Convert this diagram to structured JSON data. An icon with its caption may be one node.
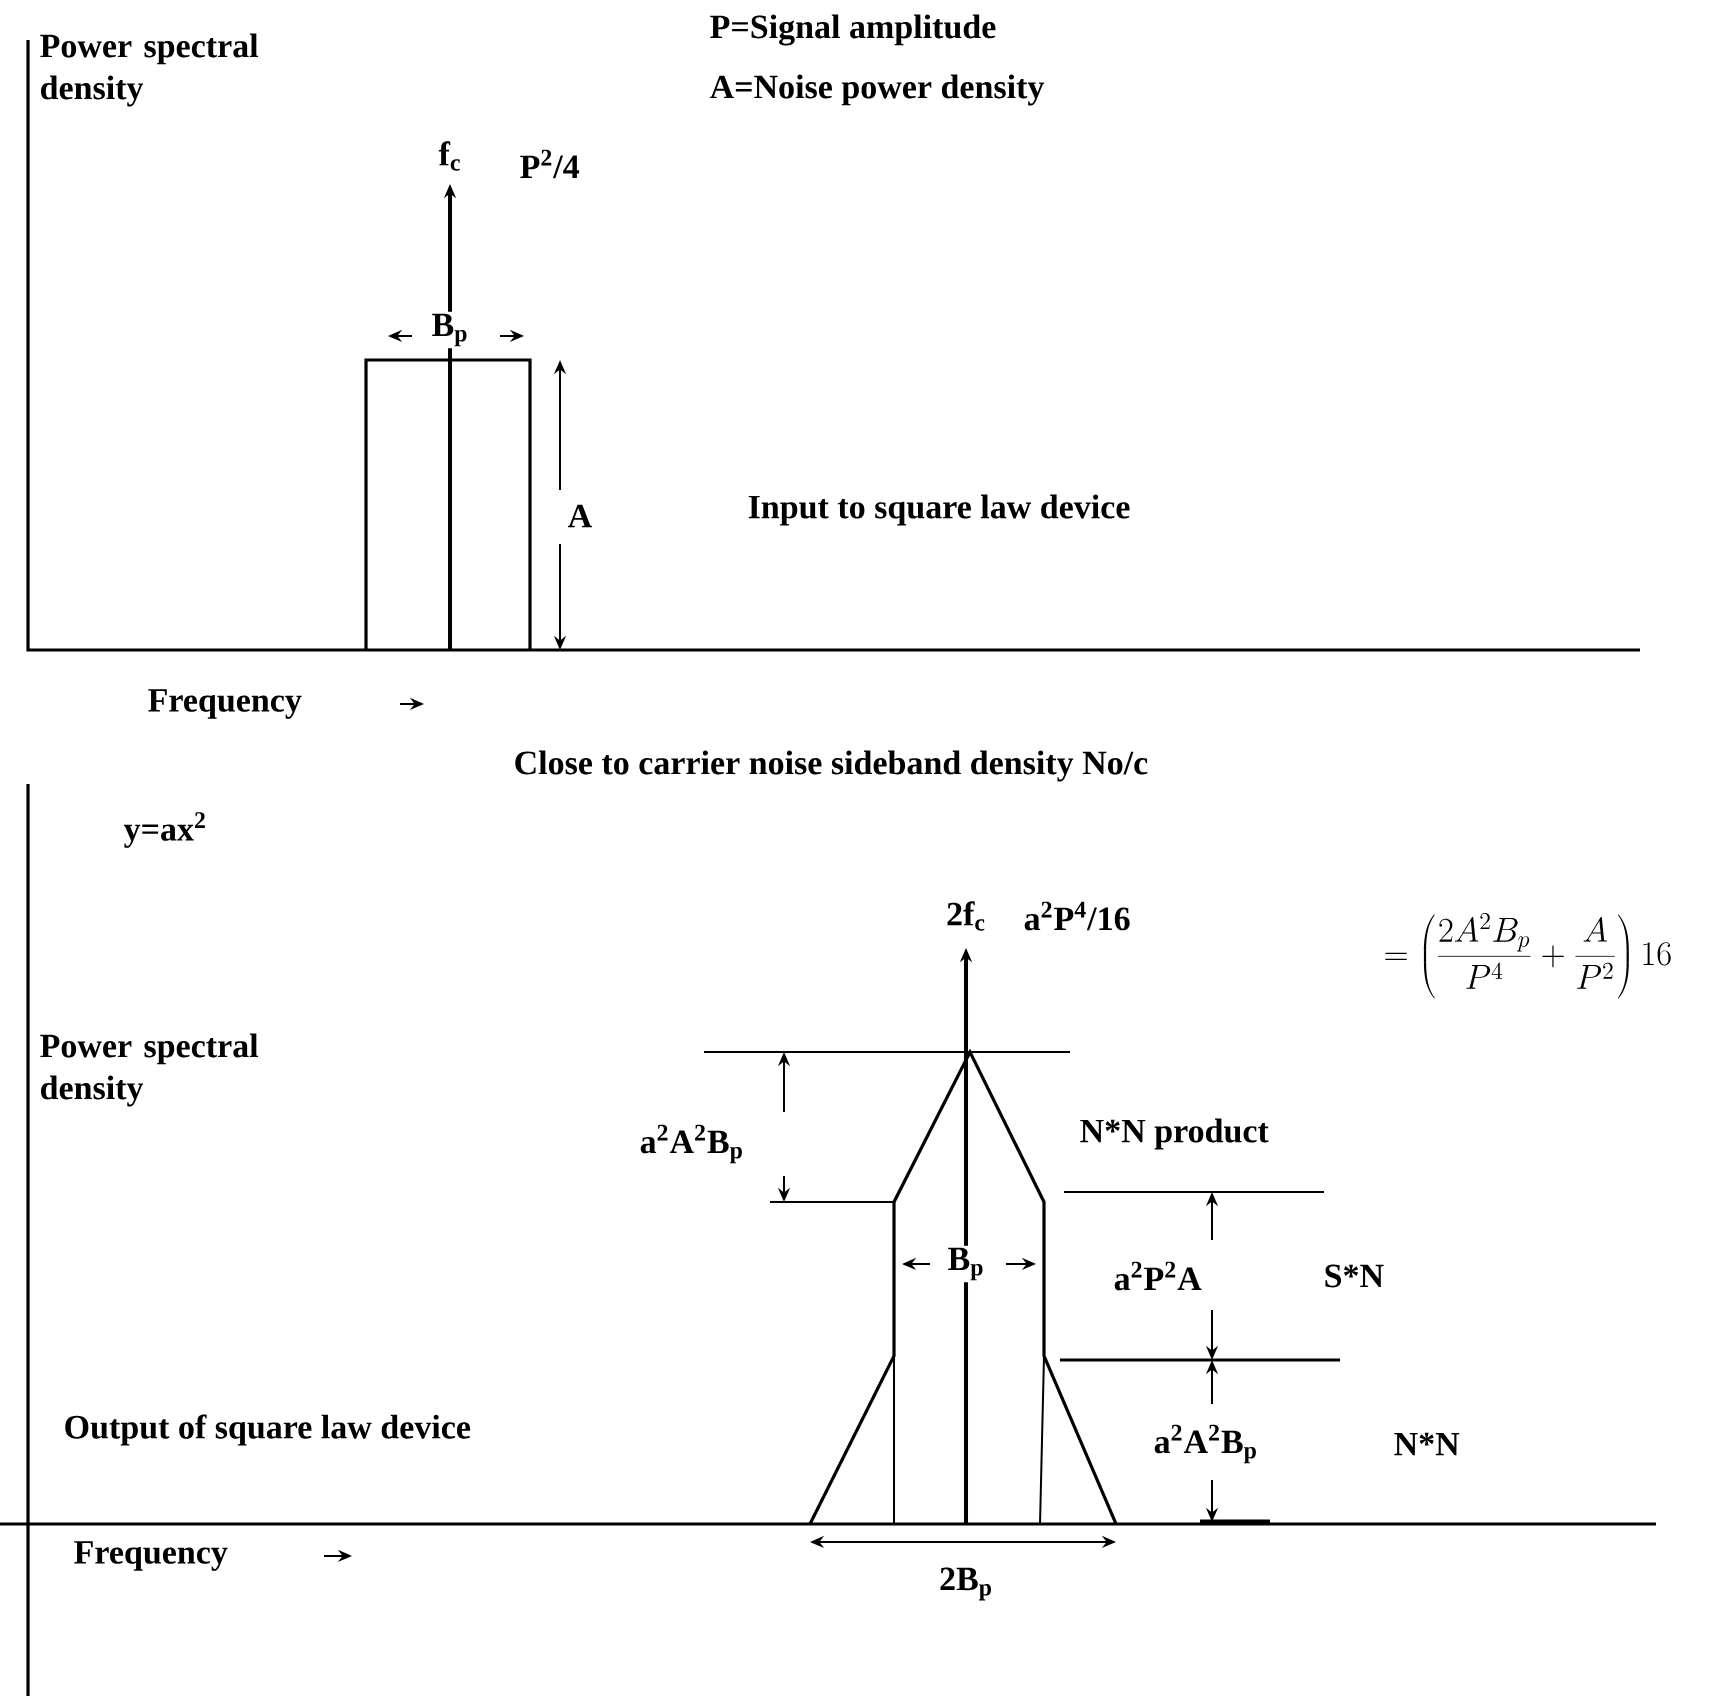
{
  "diagram": {
    "labels": [
      "P=Signal amplitude",
      "Power spectral density",
      "f$_{c}$",
      "P$^{2}$/4",
      "A=Noise power density",
      "B$_{p}$",
      "A",
      "Input to square law device",
      "Frequency",
      "Close to carrier noise sideband density No/c",
      "y=ax$^{2}$",
      "2f$_{c}$",
      "a$^{2}$P$^{4}$/16",
      "=\\left(\\frac{2A^{2}B_{p}}{P^{4}}+\\frac{A}{P^{2}}\\right)16",
      "Power spectral density",
      "a$^{2}$A$^{2}$B$_{p}$",
      "N*N product",
      "B$_{p}$",
      "a$^{2}$P$^{2}$A",
      "S*N",
      "Output of square law device",
      "a$^{2}$A$^{2}$B$_{p}$",
      "N*N",
      "Frequency",
      "2B$_{p}$"
    ]
  }
}
